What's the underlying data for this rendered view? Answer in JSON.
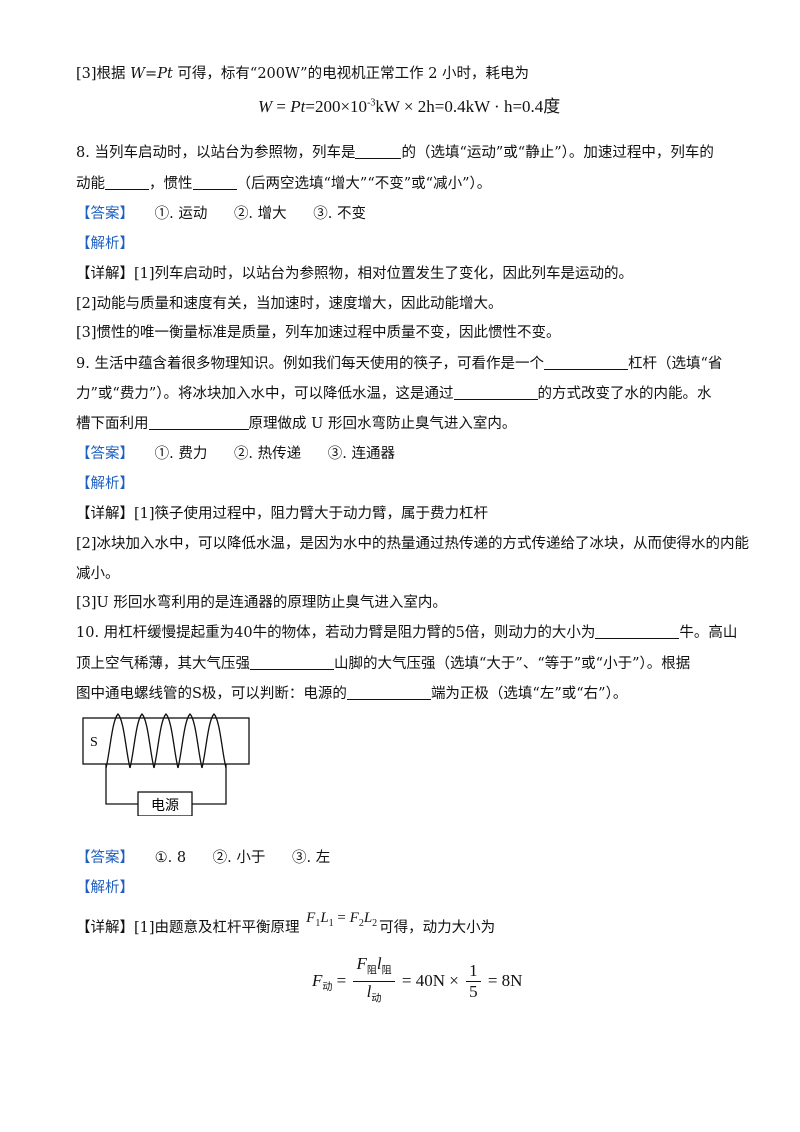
{
  "p1": {
    "line1_pre": "[3]根据 ",
    "line1_formula": "W=Pt",
    "line1_post": " 可得，标有“200W”的电视机正常工作 2 小时，耗电为",
    "formula_lhs": "W",
    "formula_eq1": " = ",
    "formula_pt": "Pt",
    "formula_a": "=200×10",
    "formula_exp": "-3",
    "formula_b": "kW × 2h=0.4kW · h=0.4度"
  },
  "q8": {
    "line1_a": "8. 当列车启动时，以站台为参照物，列车是",
    "line1_b": "的（选填“运动”或“静止”）。加速过程中，列车的",
    "line2_a": "动能",
    "line2_b": "，惯性",
    "line2_c": "（后两空选填“增大”“不变”或“减小”）。",
    "answer_tag": "【答案】",
    "answers": [
      "①. 运动",
      "②. 增大",
      "③. 不变"
    ],
    "analysis_tag": "【解析】",
    "detail_tag": "【详解】",
    "d1": "[1]列车启动时，以站台为参照物，相对位置发生了变化，因此列车是运动的。",
    "d2": "[2]动能与质量和速度有关，当加速时，速度增大，因此动能增大。",
    "d3": "[3]惯性的唯一衡量标准是质量，列车加速过程中质量不变，因此惯性不变。"
  },
  "q9": {
    "line1_a": "9. 生活中蕴含着很多物理知识。例如我们每天使用的筷子，可看作是一个",
    "line1_b": "杠杆（选填“省",
    "line2_a": "力”或“费力”）。将冰块加入水中，可以降低水温，这是通过",
    "line2_b": "的方式改变了水的内能。水",
    "line3_a": "槽下面利用",
    "line3_b": "原理做成 U 形回水弯防止臭气进入室内。",
    "answer_tag": "【答案】",
    "answers": [
      "①. 费力",
      "②. 热传递",
      "③. 连通器"
    ],
    "analysis_tag": "【解析】",
    "detail_tag": "【详解】",
    "d1": "[1]筷子使用过程中，阻力臂大于动力臂，属于费力杠杆",
    "d2a": "[2]冰块加入水中，可以降低水温，是因为水中的热量通过热传递的方式传递给了冰块，从而使得水的内能",
    "d2b": "减小。",
    "d3": "[3]U 形回水弯利用的是连通器的原理防止臭气进入室内。"
  },
  "q10": {
    "line1_a": "10. 用杠杆缓慢提起重为40牛的物体，若动力臂是阻力臂的5倍，则动力的大小为",
    "line1_b": "牛。高山",
    "line2_a": "顶上空气稀薄，其大气压强",
    "line2_b": "山脚的大气压强（选填“大于”、“等于”或“小于”）。根据",
    "line3_a": "图中通电螺线管的S极，可以判断：电源的",
    "line3_b": "端为正极（选填“左”或“右”）。",
    "diagram_s": "S",
    "diagram_power": "电源",
    "answer_tag": "【答案】",
    "answers": [
      "①. 8",
      "②. 小于",
      "③. 左"
    ],
    "analysis_tag": "【解析】",
    "detail_tag": "【详解】",
    "d1_pre": "[1]由题意及杠杆平衡原理",
    "d1_formula_f1": "F",
    "d1_formula_s1": "1",
    "d1_formula_l1": "L",
    "d1_formula_s2": "1",
    "d1_formula_eq": " = ",
    "d1_formula_f2": "F",
    "d1_formula_s3": "2",
    "d1_formula_l2": "L",
    "d1_formula_s4": "2",
    "d1_post": "可得，动力大小为",
    "f_lhs": "F",
    "f_lhs_sub": "动",
    "f_num_f": "F",
    "f_num_sub1": "阻",
    "f_num_l": "l",
    "f_num_sub2": "阻",
    "f_den_l": "l",
    "f_den_sub": "动",
    "f_mid": " = 40N × ",
    "f_num2": "1",
    "f_den2": "5",
    "f_end": " = 8N"
  }
}
